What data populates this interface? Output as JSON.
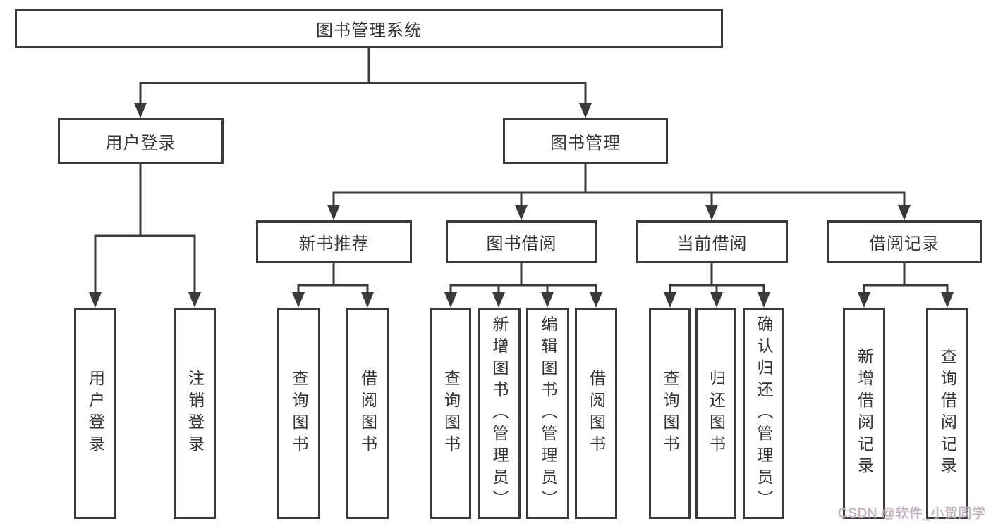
{
  "diagram": {
    "root": {
      "label": "图书管理系统"
    },
    "level2": [
      {
        "label": "用户登录"
      },
      {
        "label": "图书管理"
      }
    ],
    "level3": [
      {
        "label": "新书推荐"
      },
      {
        "label": "图书借阅"
      },
      {
        "label": "当前借阅"
      },
      {
        "label": "借阅记录"
      }
    ],
    "leaves": {
      "login": [
        "用户登录",
        "注销登录"
      ],
      "newbook": [
        "查询图书",
        "借阅图书"
      ],
      "borrow": [
        "查询图书",
        "新增图书（管理员）",
        "编辑图书（管理员）",
        "借阅图书"
      ],
      "current": [
        "查询图书",
        "归还图书",
        "确认归还（管理员）"
      ],
      "records": [
        "新增借阅记录",
        "查询借阅记录"
      ]
    }
  },
  "watermark": {
    "text": "CSDN @软件_小贺同学"
  },
  "colors": {
    "line": "#3a3a3a",
    "text": "#333333",
    "watermark": "#b3b3b3",
    "background": "#ffffff"
  }
}
